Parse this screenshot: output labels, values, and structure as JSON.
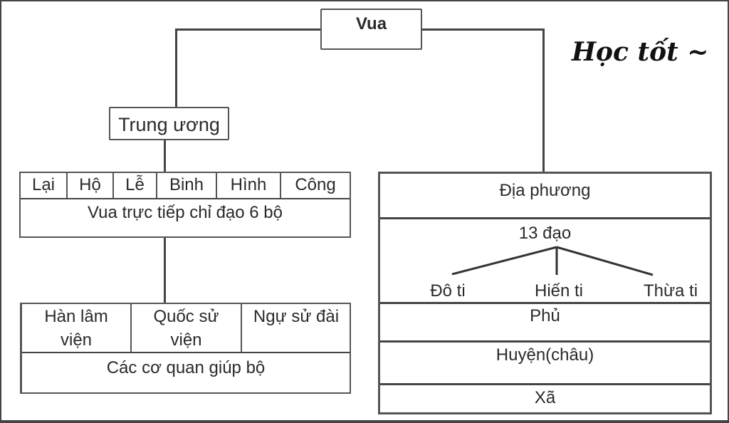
{
  "motto": "Học tốt ~",
  "king": {
    "label": "Vua"
  },
  "central": {
    "label": "Trung ương",
    "ministries": {
      "items": [
        "Lại",
        "Hộ",
        "Lễ",
        "Binh",
        "Hình",
        "Công"
      ],
      "caption": "Vua trực tiếp chỉ đạo 6 bộ"
    },
    "support_agencies": {
      "items": [
        {
          "line1": "Hàn lâm",
          "line2": "viện"
        },
        {
          "line1": "Quốc sử",
          "line2": "viện"
        },
        {
          "line1": "Ngự sử đài",
          "line2": ""
        }
      ],
      "caption": "Các cơ quan giúp bộ"
    }
  },
  "local": {
    "label": "Địa phương",
    "regions": {
      "label": "13 đạo",
      "offices": [
        "Đô ti",
        "Hiến ti",
        "Thừa ti"
      ]
    },
    "levels": [
      "Phủ",
      "Huyện(châu)",
      "Xã"
    ]
  }
}
